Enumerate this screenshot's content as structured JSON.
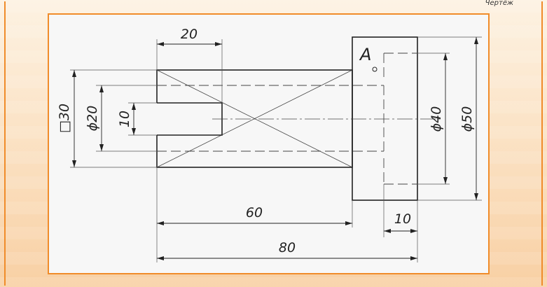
{
  "header": {
    "note": "Чертёж"
  },
  "drawing": {
    "view_label": "A",
    "dimensions": {
      "shaft_length_top": "20",
      "square_size": "□30",
      "diameter_20": "ϕ20",
      "bore_10": "10",
      "diameter_40": "ϕ40",
      "diameter_50": "ϕ50",
      "length_60": "60",
      "flange_10": "10",
      "total_80": "80"
    }
  }
}
